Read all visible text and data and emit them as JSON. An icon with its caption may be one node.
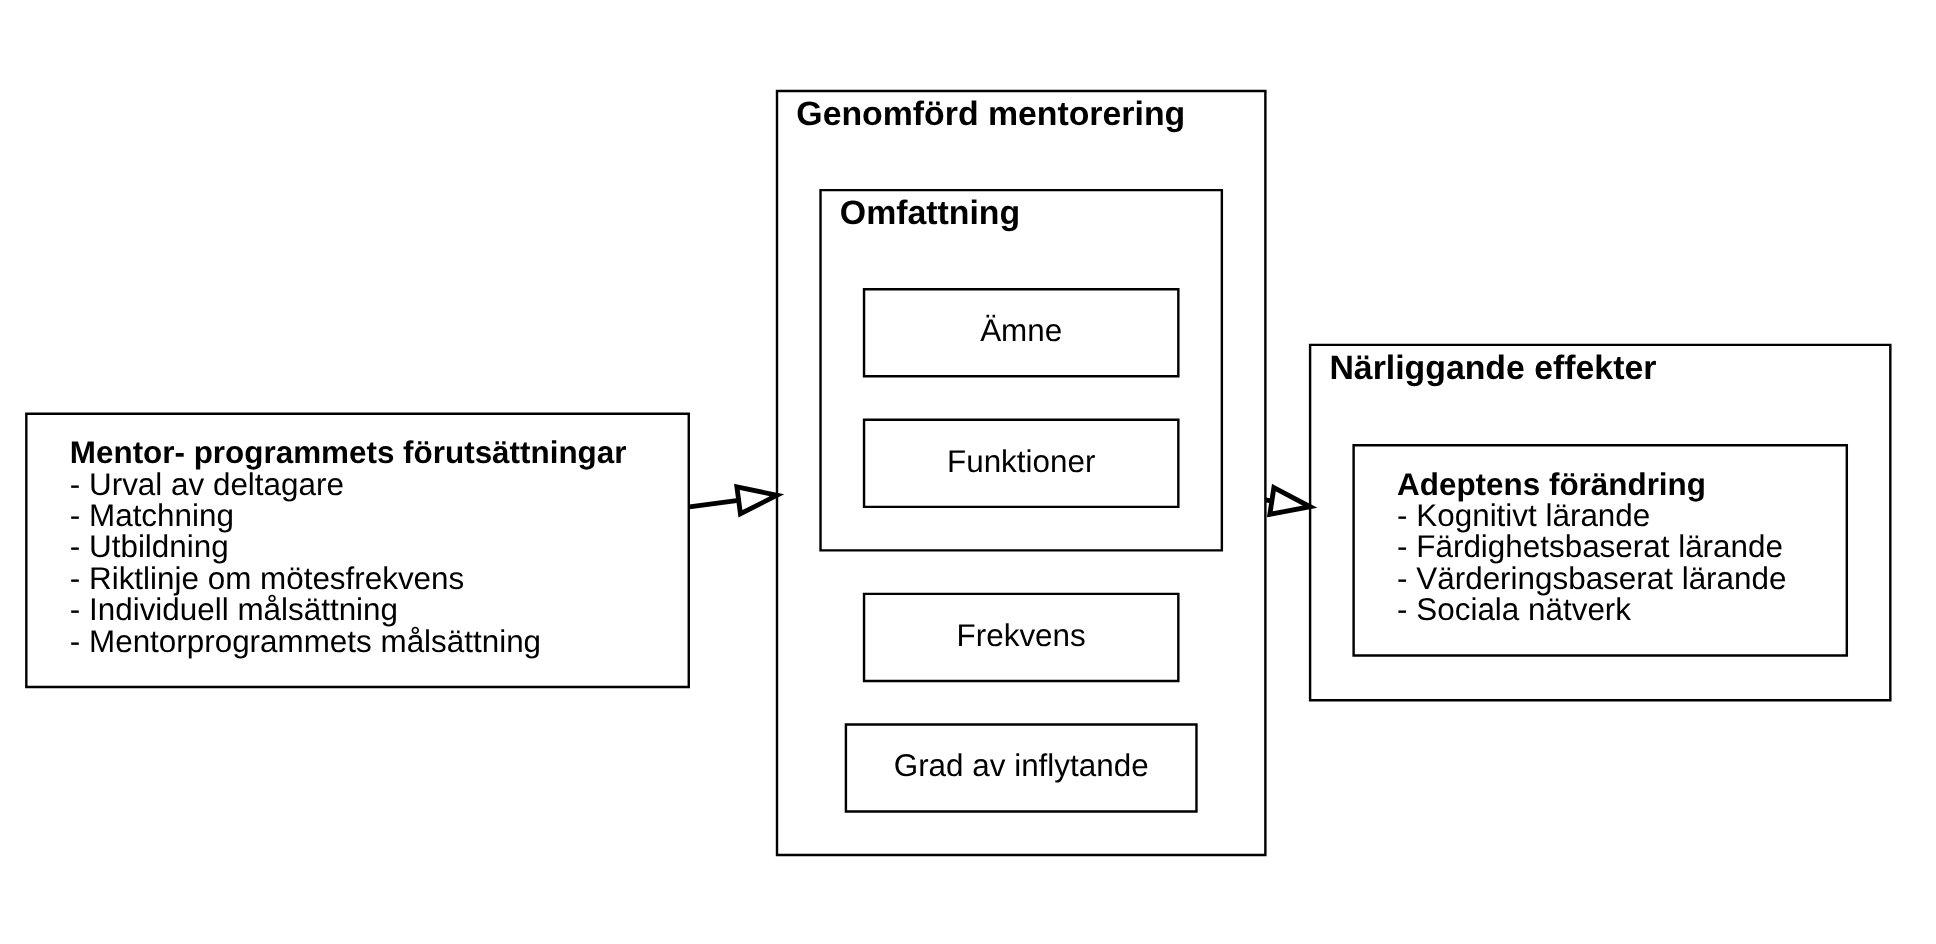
{
  "diagram": {
    "nodes": [
      {
        "text": [
          "Mentor- programmets förutsättningar",
          "- Urval av deltagare",
          "- Matchning",
          "- Utbildning",
          "- Riktlinje om mötesfrekvens",
          "- Individuell målsättning",
          "- Mentorprogrammets målsättning"
        ]
      },
      {
        "text": [
          "Genomförd mentorering"
        ]
      },
      {
        "text": [
          "Frekvens"
        ],
        "in": 1
      },
      {
        "text": [
          "Omfattning"
        ],
        "in": 1
      },
      {
        "text": [
          "Ämne"
        ],
        "in": 3
      },
      {
        "text": [
          "Funktioner"
        ],
        "in": 3
      },
      {
        "text": [
          "Grad av inflytande"
        ],
        "in": 1
      },
      {
        "text": [
          "Närliggande effekter"
        ]
      },
      {
        "text": [
          "Adeptens förändring",
          "- Kognitivt lärande",
          "- Färdighetsbaserat lärande",
          "- Värderingsbaserat lärande",
          "- Sociala nätverk"
        ],
        "in": 7
      }
    ],
    "edges": [
      {
        "from": 0,
        "to": 1,
        "arrow": "to"
      },
      {
        "from": 1,
        "to": 7,
        "arrow": "to"
      }
    ]
  }
}
